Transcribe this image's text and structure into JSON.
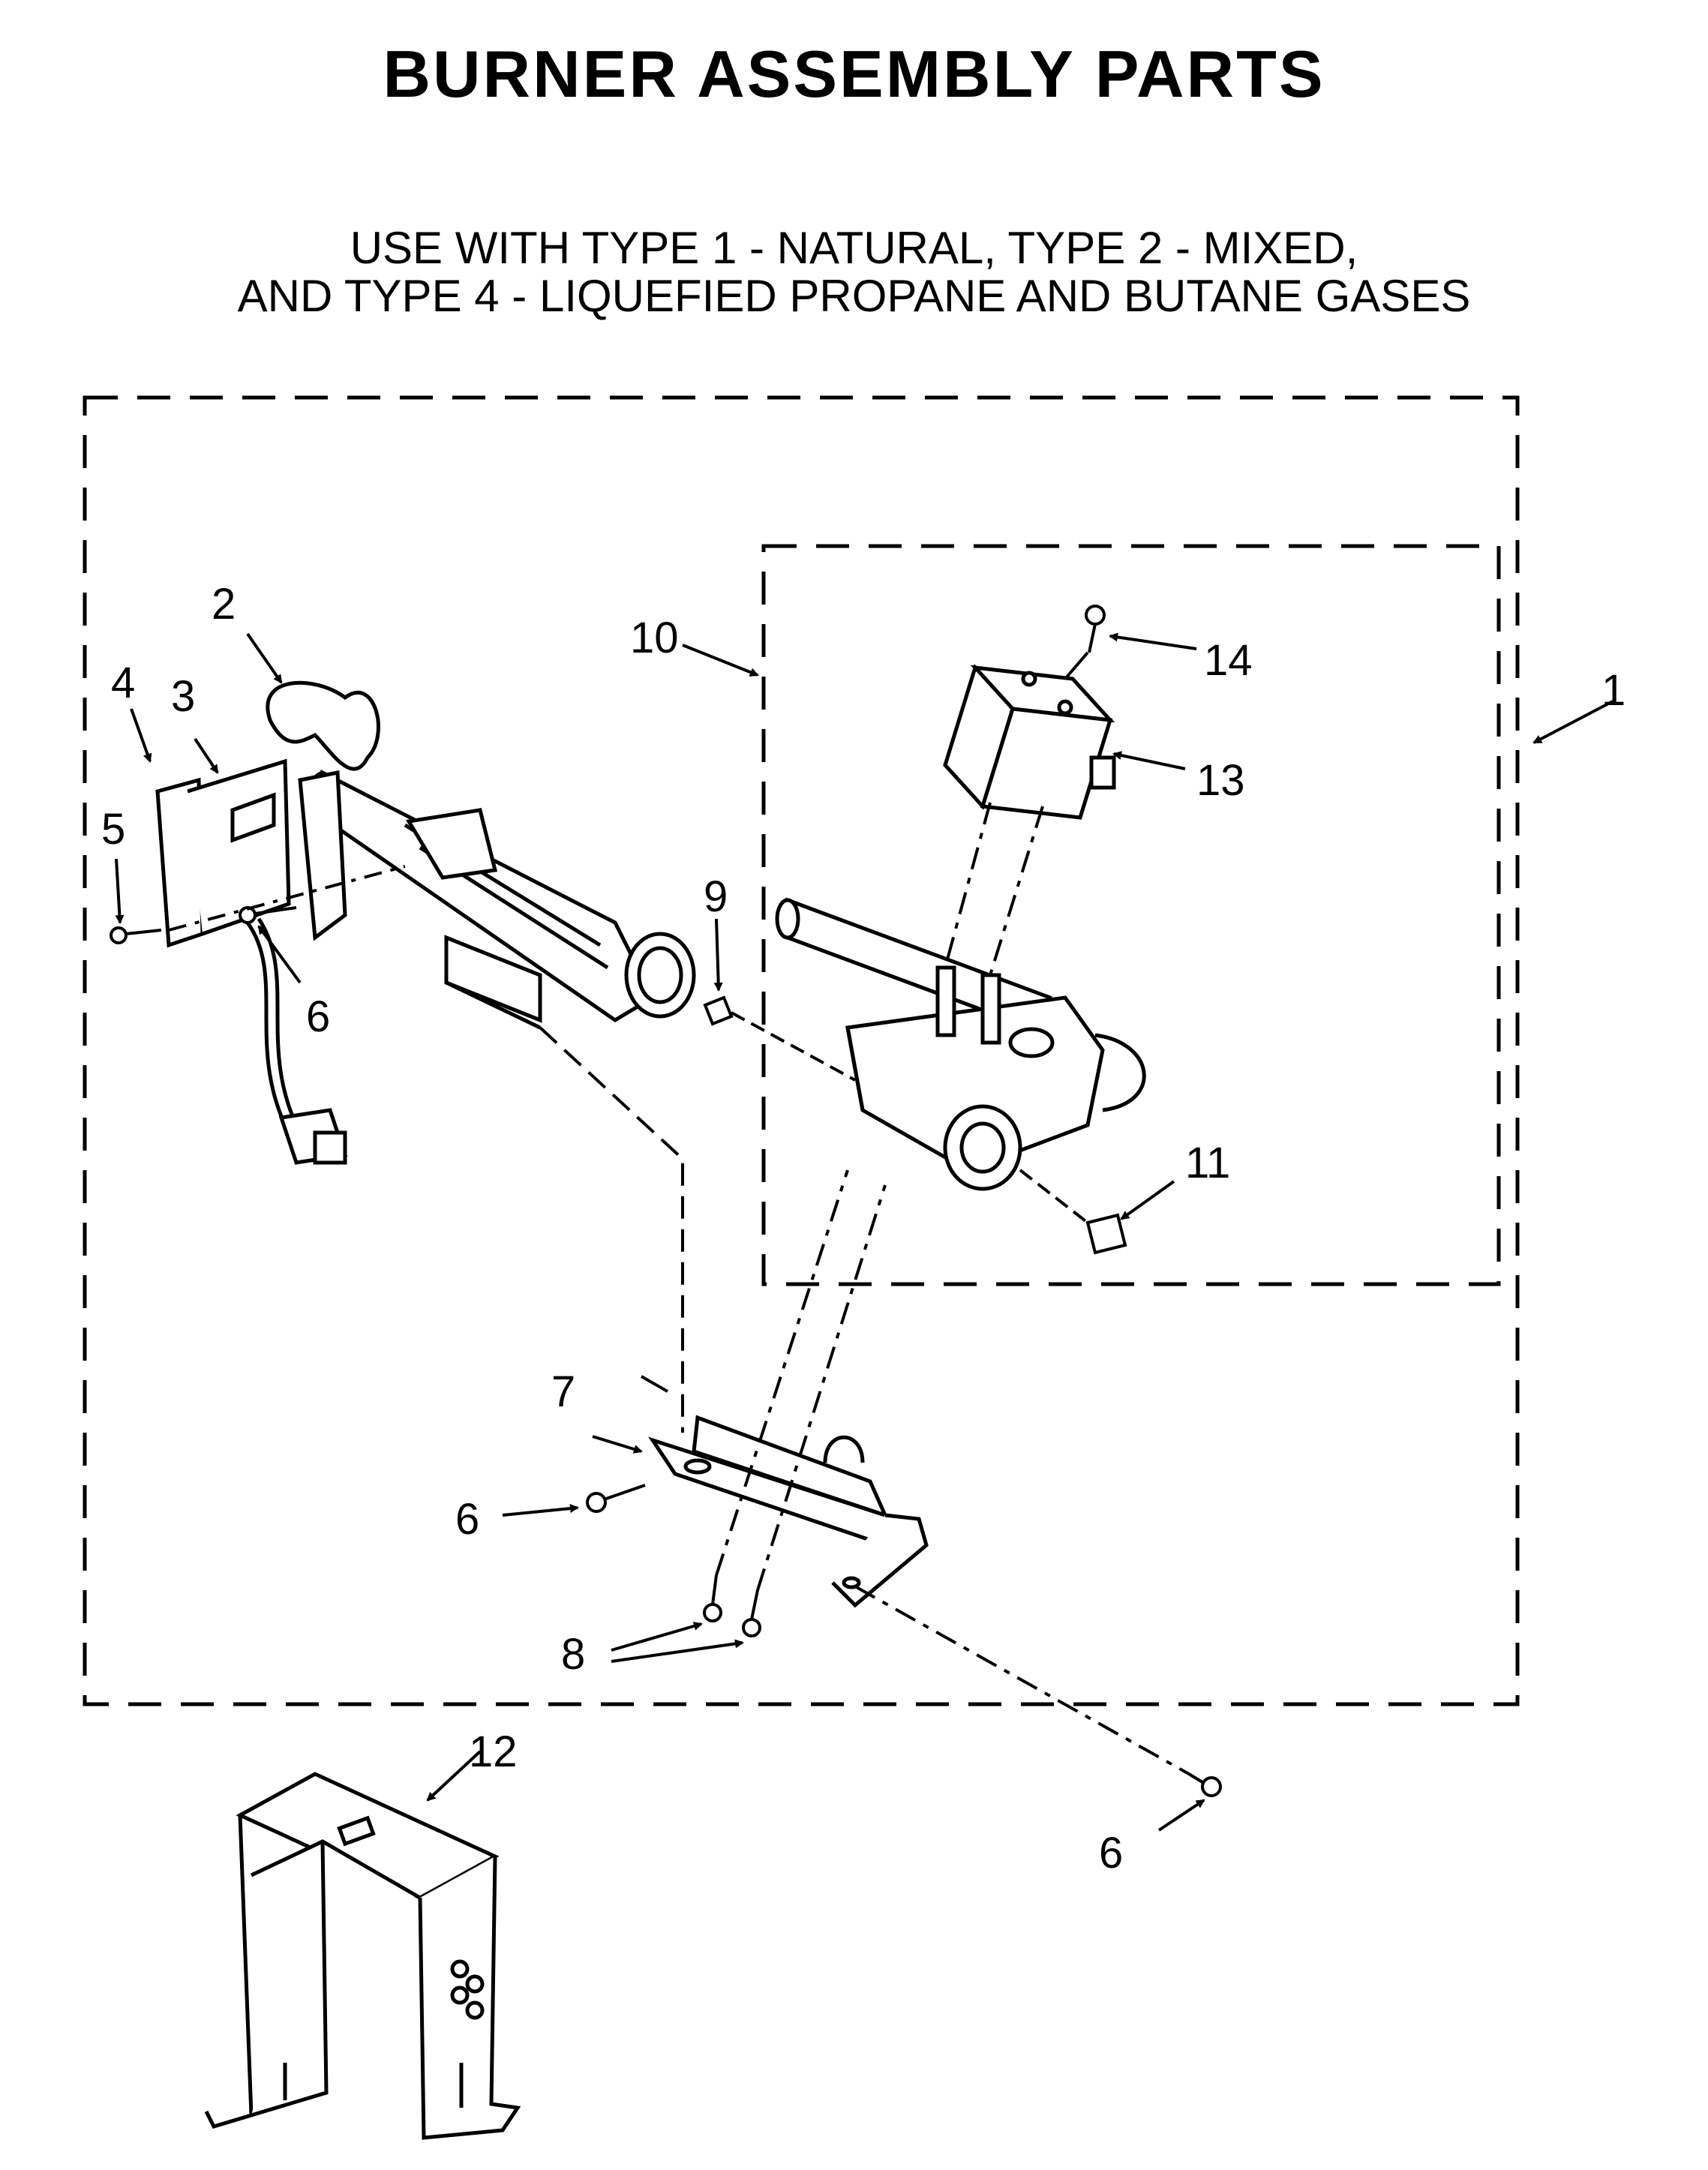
{
  "title": "BURNER ASSEMBLY PARTS",
  "subtitle_line1": "USE WITH TYPE 1 - NATURAL, TYPE 2 - MIXED,",
  "subtitle_line2": "AND TYPE 4 - LIQUEFIED PROPANE AND BUTANE GASES",
  "callouts": {
    "c1": "1",
    "c2": "2",
    "c3": "3",
    "c4": "4",
    "c5": "5",
    "c6a": "6",
    "c6b": "6",
    "c6c": "6",
    "c7": "7",
    "c8": "8",
    "c9": "9",
    "c10": "10",
    "c11": "11",
    "c12": "12",
    "c13": "13",
    "c14": "14"
  }
}
